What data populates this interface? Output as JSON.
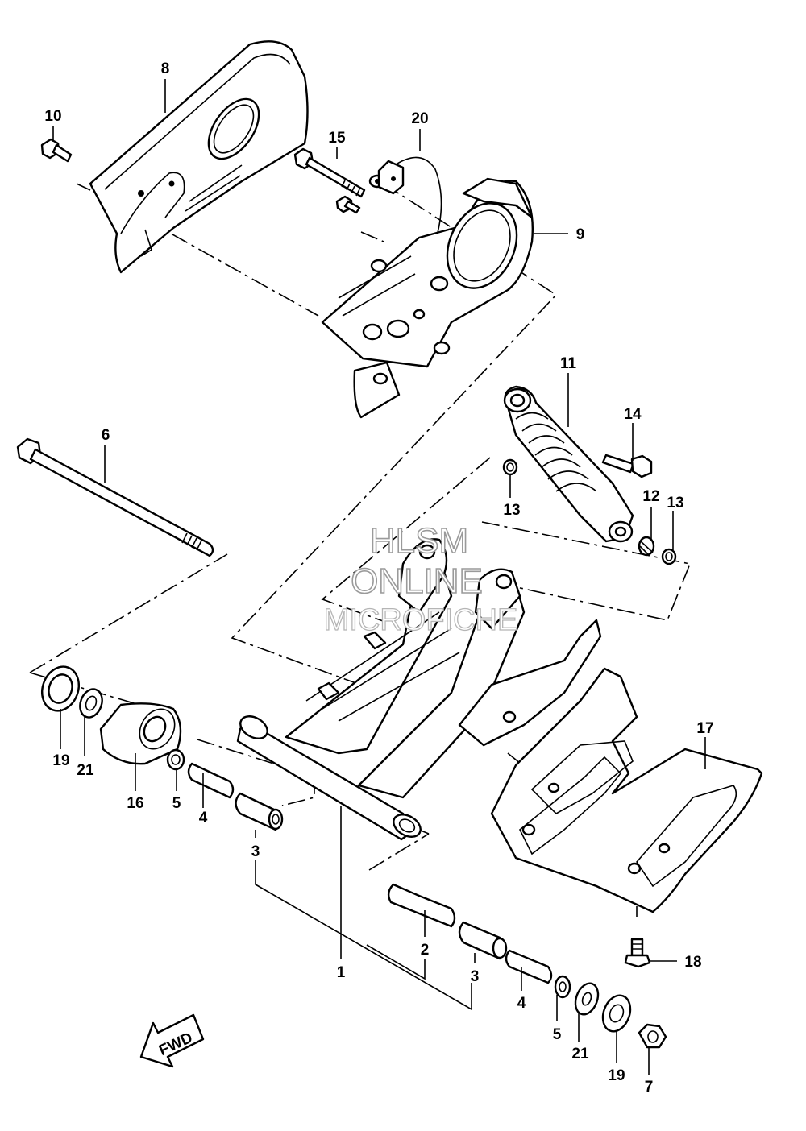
{
  "callouts": [
    "1",
    "2",
    "3",
    "3",
    "4",
    "4",
    "5",
    "5",
    "6",
    "7",
    "8",
    "9",
    "10",
    "11",
    "12",
    "13",
    "13",
    "14",
    "15",
    "16",
    "17",
    "18",
    "19",
    "19",
    "20",
    "21",
    "21"
  ],
  "fwd_label": "FWD",
  "watermark": [
    "HLSM",
    "ONLINE",
    "MICROFICHE"
  ]
}
